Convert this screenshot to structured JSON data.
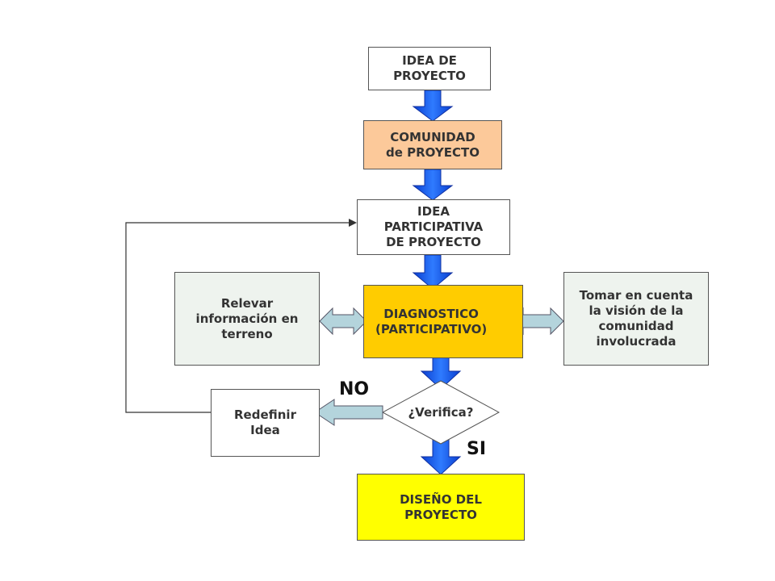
{
  "nodes": {
    "idea_proyecto": "IDEA DE\nPROYECTO",
    "comunidad": "COMUNIDAD\nde PROYECTO",
    "idea_participativa": "IDEA\nPARTICIPATIVA\nDE PROYECTO",
    "diagnostico": "DIAGNOSTICO\n(PARTICIPATIVO)",
    "relevar": "Relevar\ninformación en\nterreno",
    "tomar": "Tomar en cuenta\nla visión de la\ncomunidad\ninvolucrada",
    "verifica": "¿Verifica?",
    "redefinir": "Redefinir\nIdea",
    "diseno": "DISEÑO DEL\nPROYECTO"
  },
  "labels": {
    "no": "NO",
    "si": "SI"
  },
  "colors": {
    "white": "#ffffff",
    "comunidad": "#fcc99a",
    "diagnostico": "#ffcc00",
    "side": "#eef3ee",
    "diseno": "#ffff00",
    "arrow_blue": "#1a5cf0",
    "arrow_light": "#b4d4dc"
  }
}
